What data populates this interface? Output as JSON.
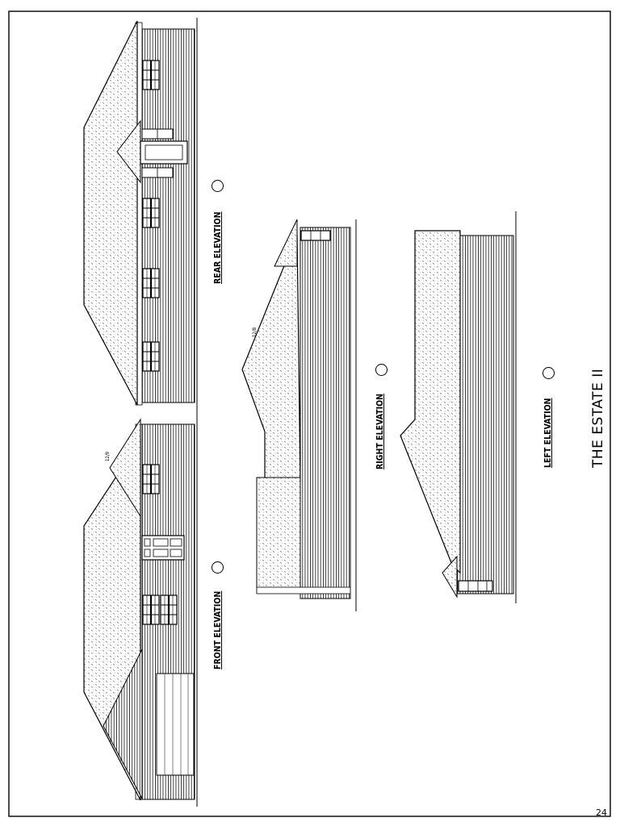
{
  "sheet": {
    "title": "THE ESTATE II",
    "page_number": "24"
  },
  "elevations": {
    "front": "FRONT ELEVATION",
    "rear": "REAR ELEVATION",
    "right": "RIGHT ELEVATION",
    "left": "LEFT ELEVATION"
  },
  "pitch_marks": {
    "front": "12/9",
    "right": "12/8"
  }
}
